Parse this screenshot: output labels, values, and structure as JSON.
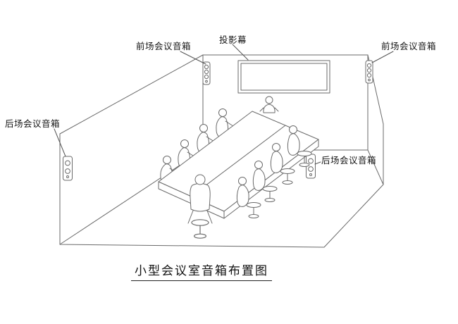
{
  "title": "小型会议室音箱布置图",
  "labels": {
    "screen": "投影幕",
    "front_left": "前场会议音箱",
    "front_right": "前场会议音箱",
    "rear_left": "后场会议音箱",
    "rear_right": "后场会议音箱"
  },
  "colors": {
    "background": "#ffffff",
    "line": "#6a6a6a",
    "figure_line": "#6a6a6a",
    "leader_line": "#555555",
    "text": "#141414"
  }
}
